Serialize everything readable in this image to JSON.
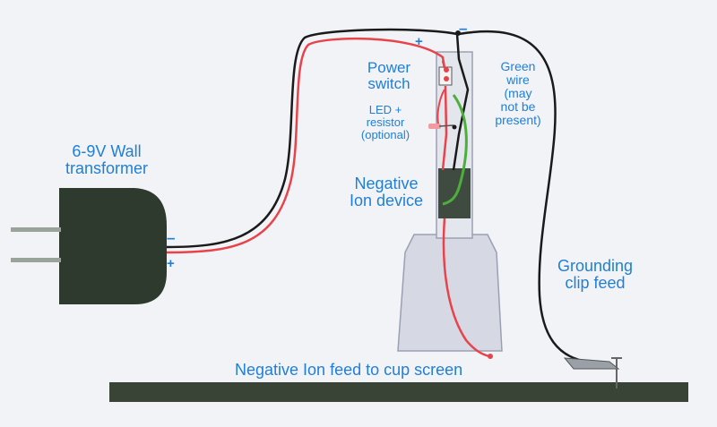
{
  "labels": {
    "transformer_line1": "6-9V Wall",
    "transformer_line2": "transformer",
    "power_switch_line1": "Power",
    "power_switch_line2": "switch",
    "led_line1": "LED +",
    "led_line2": "resistor",
    "led_line3": "(optional)",
    "green_wire_line1": "Green",
    "green_wire_line2": "wire",
    "green_wire_line3": "(may",
    "green_wire_line4": "not be",
    "green_wire_line5": "present)",
    "ion_device_line1": "Negative",
    "ion_device_line2": "Ion device",
    "grounding_line1": "Grounding",
    "grounding_line2": "clip feed",
    "feed_label": "Negative Ion feed to cup screen"
  },
  "signs": {
    "plus": "+",
    "minus": "–"
  },
  "colors": {
    "text": "#1f7fd8",
    "red_wire": "#e8434a",
    "black_wire": "#1a1a1a",
    "green_wire": "#4caf3a",
    "transformer_body": "#2f3a2f",
    "base_board": "#3a4436",
    "stand": "#d6d9e4"
  }
}
